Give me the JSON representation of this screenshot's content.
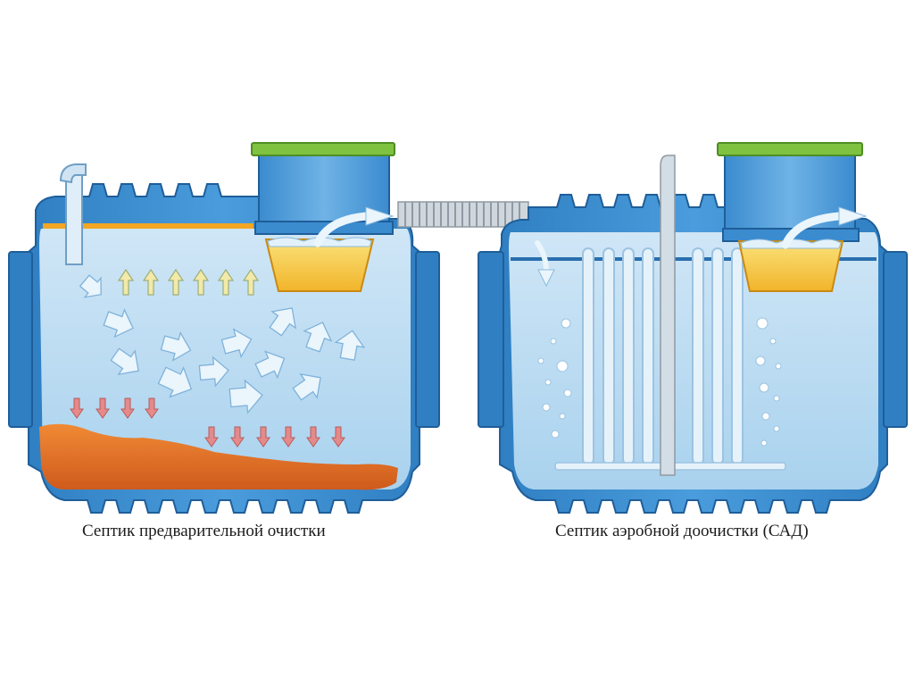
{
  "captions": {
    "left_tank": "Септик предварительной очистки",
    "right_tank": "Септик аэробной доочистки (САД)"
  },
  "colors": {
    "tank_shell": "#3d8fd0",
    "tank_shell_dark": "#2a6fae",
    "water": "#bcdcf2",
    "water_light": "#d7ebf8",
    "sediment": "#e8732a",
    "scum_layer": "#f2a623",
    "filter_basket": "#f6c93a",
    "lid": "#7fc241",
    "flow_arrow": "#eaf5fc",
    "upflow_arrow": "#f3e9a8",
    "downflow_arrow": "#e58a8a",
    "bubble": "#ffffff",
    "connector_pipe": "#cfd6dc"
  },
  "components": {
    "left_tank": [
      "inlet-pipe",
      "access-shaft",
      "filter-basket",
      "circulation-arrows",
      "rising-arrows",
      "settling-arrows",
      "sludge-layer"
    ],
    "right_tank": [
      "air-lift-pipe",
      "access-shaft",
      "filter-basket",
      "aeration-tubes",
      "air-bubbles",
      "water-level-line"
    ],
    "connection": "corrugated-transfer-pipe"
  }
}
